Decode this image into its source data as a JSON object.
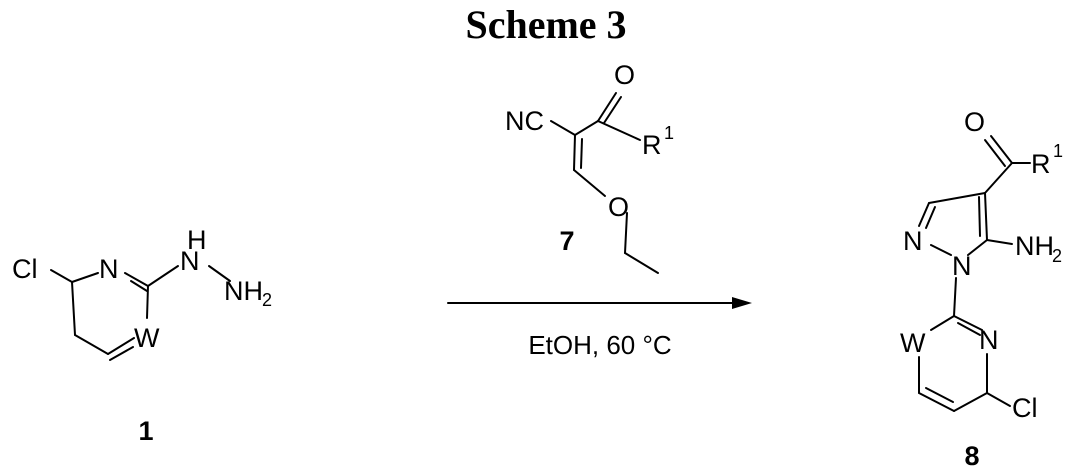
{
  "title": "Scheme 3",
  "reaction": {
    "conditions": "EtOH, 60 °C"
  },
  "compounds": {
    "hydrazine": {
      "number": "1",
      "atoms": {
        "cl": "Cl",
        "n": "N",
        "w": "W",
        "h": "H",
        "n_link": "N",
        "nh": "NH",
        "sub2": "2"
      }
    },
    "reagent": {
      "number": "7",
      "atoms": {
        "nc": "NC",
        "o_keto": "O",
        "r": "R",
        "sup1": "1",
        "o_ether": "O"
      }
    },
    "product": {
      "number": "8",
      "atoms": {
        "o": "O",
        "r": "R",
        "sup1": "1",
        "n_ring": "N",
        "n1": "N",
        "nh": "NH",
        "sub2": "2",
        "w": "W",
        "n_pyr": "N",
        "cl": "Cl"
      }
    }
  }
}
